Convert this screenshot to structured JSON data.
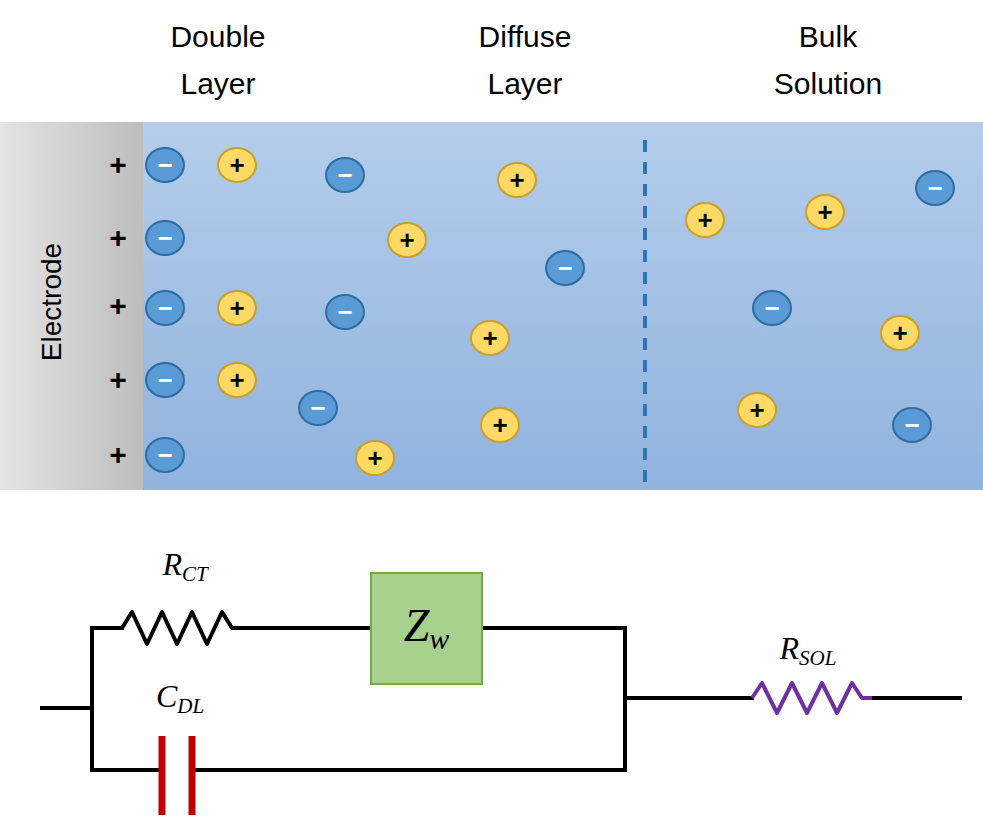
{
  "diagram": {
    "nodes": [
      {
        "text": [
          "−"
        ]
      },
      {
        "text": [
          "+"
        ]
      },
      {
        "text": [
          "−"
        ]
      },
      {
        "text": [
          "+"
        ]
      },
      {
        "text": [
          "−"
        ]
      },
      {
        "text": [
          "+"
        ]
      },
      {
        "text": [
          "−"
        ]
      },
      {
        "text": [
          "+"
        ]
      },
      {
        "text": [
          "−"
        ]
      },
      {
        "text": [
          "−"
        ]
      },
      {
        "text": [
          "−"
        ]
      },
      {
        "text": [
          "+"
        ]
      },
      {
        "text": [
          "−"
        ]
      },
      {
        "text": [
          "+"
        ]
      },
      {
        "text": [
          "+"
        ]
      },
      {
        "text": [
          "+"
        ]
      },
      {
        "text": [
          "−"
        ]
      },
      {
        "text": [
          "+"
        ]
      },
      {
        "text": [
          "−"
        ]
      },
      {
        "text": [
          "+"
        ]
      },
      {
        "text": [
          "−"
        ]
      },
      {
        "text": [
          "+"
        ]
      },
      {
        "text": [
          "+"
        ]
      },
      {
        "text": [
          "−"
        ]
      },
      {
        "text": [
          "Z",
          "w"
        ]
      }
    ],
    "labels": [
      "Double Layer",
      "Diffuse Layer",
      "Bulk Solution",
      "Electrode",
      "+",
      "+",
      "+",
      "+",
      "+",
      "R",
      "CT",
      "C",
      "DL",
      "R",
      "SOL"
    ]
  }
}
